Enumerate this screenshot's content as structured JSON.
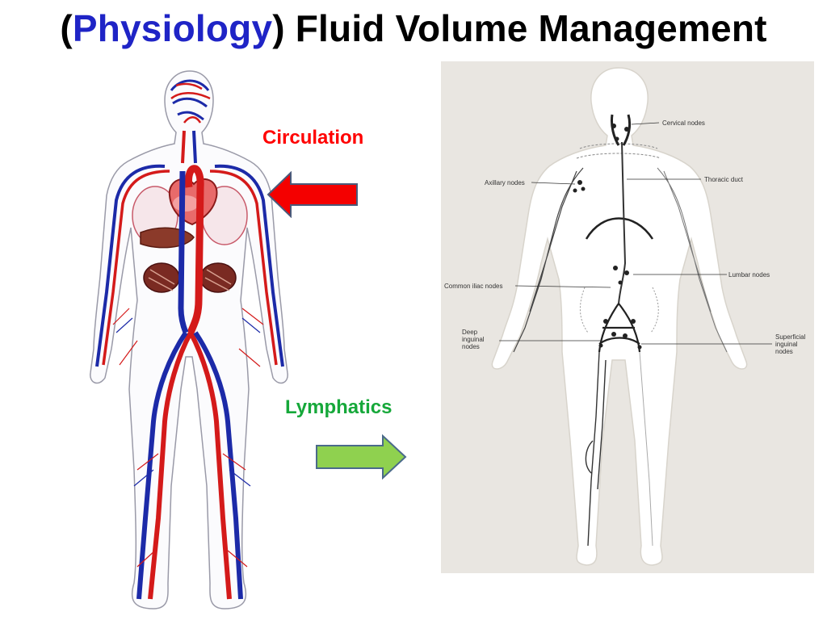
{
  "slide": {
    "title_open": "(",
    "title_highlight": "Physiology",
    "title_close": ")",
    "title_rest": " Fluid Volume Management"
  },
  "labels": {
    "circulation": "Circulation",
    "lymphatics": "Lymphatics"
  },
  "lymph_diagram": {
    "cervical": "Cervical nodes",
    "thoracic": "Thoracic duct",
    "axillary": "Axillary nodes",
    "lumbar": "Lumbar nodes",
    "common_iliac": "Common iliac nodes",
    "deep_inguinal_1": "Deep",
    "deep_inguinal_2": "inguinal",
    "deep_inguinal_3": "nodes",
    "superficial_inguinal_1": "Superficial",
    "superficial_inguinal_2": "inguinal",
    "superficial_inguinal_3": "nodes"
  },
  "colors": {
    "title_highlight": "#1f24c6",
    "circulation": "#ff0000",
    "lymphatics": "#16a83a",
    "red_arrow": "#f40000",
    "green_arrow": "#8fd14f",
    "artery": "#d41a1a",
    "vein": "#1c2aa8"
  },
  "icons": {
    "circulatory_figure": "circulatory-system-illustration",
    "lymphatic_figure": "lymphatic-system-illustration",
    "left_arrow": "red-arrow-left-icon",
    "right_arrow": "green-arrow-right-icon"
  }
}
